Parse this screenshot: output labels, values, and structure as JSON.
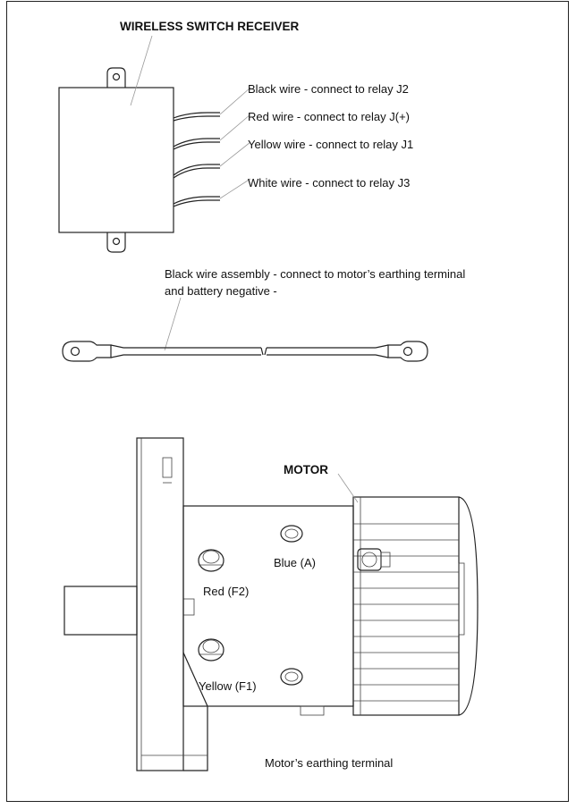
{
  "receiver": {
    "title": "WIRELESS SWITCH RECEIVER",
    "wires": [
      {
        "label": "Black wire - connect to relay J2"
      },
      {
        "label": "Red wire - connect to relay J(+)"
      },
      {
        "label": "Yellow wire - connect to relay J1"
      },
      {
        "label": "White wire - connect to relay J3"
      }
    ]
  },
  "assembly": {
    "line1": "Black wire assembly - connect to motor’s earthing terminal",
    "line2": "and battery negative -"
  },
  "motor": {
    "title": "MOTOR",
    "blue": "Blue (A)",
    "red": "Red (F2)",
    "yellow": "Yellow (F1)",
    "earth": "Motor’s earthing terminal"
  }
}
